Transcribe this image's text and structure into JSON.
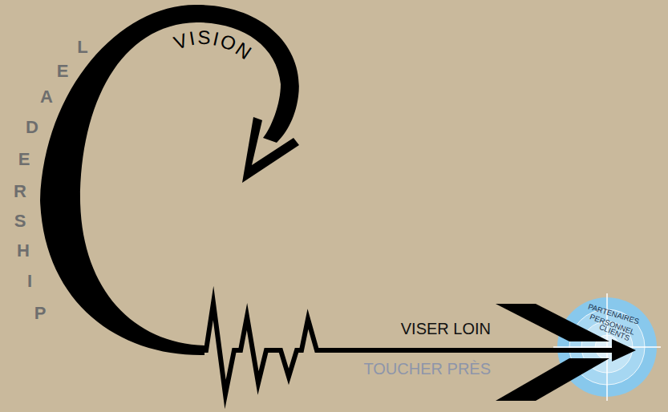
{
  "diagram": {
    "nodes": [
      {
        "text": [
          "PARTENAIRES",
          "PERSONNEL",
          "CLIENTS"
        ]
      }
    ],
    "labels": [
      "LEADERSHIP",
      "VISION",
      "VISER LOIN",
      "TOUCHER PRÈS"
    ]
  }
}
